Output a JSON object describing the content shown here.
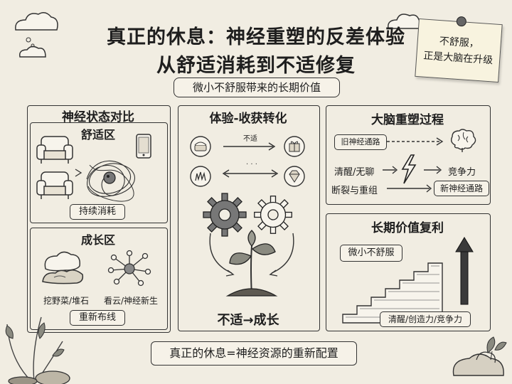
{
  "header": {
    "title_line1": "真正的休息：神经重塑的反差体验",
    "title_line2": "从舒适消耗到不适修复",
    "subtitle": "微小不舒服带来的长期价值"
  },
  "sticky_note": {
    "line1": "不舒服，",
    "line2": "正是大脑在升级"
  },
  "left_panel": {
    "title": "神经状态对比",
    "comfort_zone": {
      "title": "舒适区",
      "label": "持续消耗"
    },
    "growth_zone": {
      "title": "成长区",
      "caption_left": "挖野菜/堆石",
      "caption_right": "看云/神经新生",
      "label": "重新布线"
    }
  },
  "middle_panel": {
    "title": "体验-收获转化",
    "arrow_label": "不适",
    "result_label": "不适→成长"
  },
  "right_top_panel": {
    "title": "大脑重塑过程",
    "old_path": "旧神经通路",
    "awake_label": "清醒/无聊",
    "break_label": "断裂与重组",
    "competitiveness": "竞争力",
    "new_path": "新神经通路"
  },
  "right_bottom_panel": {
    "title": "长期价值复利",
    "start_label": "微小不舒服",
    "end_label": "清醒/创造力/竞争力"
  },
  "footer": {
    "conclusion": "真正的休息=神经资源的重新配置"
  },
  "icons": [
    "cloud-icon",
    "armchair-icon",
    "smartphone-icon",
    "tangled-neuron-icon",
    "rock-pile-icon",
    "neuron-network-icon",
    "cake-icon",
    "gift-box-icon",
    "spiky-burst-icon",
    "diamond-icon",
    "gear-icon",
    "sprout-icon",
    "brain-icon",
    "lightning-icon",
    "staircase-icon",
    "arrow-up-icon",
    "plant-icon"
  ]
}
